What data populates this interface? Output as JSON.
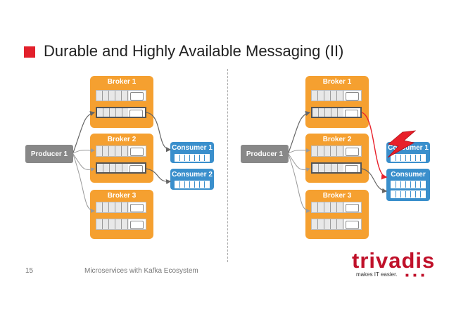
{
  "slide": {
    "title": "Durable and Highly Available Messaging (II)",
    "page_number": "15",
    "footer": "Microservices with Kafka Ecosystem"
  },
  "left": {
    "brokers": [
      "Broker 1",
      "Broker 2",
      "Broker 3"
    ],
    "producer": "Producer 1",
    "consumers": [
      "Consumer 1",
      "Consumer 2"
    ]
  },
  "right": {
    "brokers": [
      "Broker 1",
      "Broker 2",
      "Broker 3"
    ],
    "producer": "Producer 1",
    "consumers": [
      "Consumer 1",
      "Consumer"
    ]
  },
  "logo": {
    "name": "trivadis",
    "tagline": "makes IT easier.",
    "dots": "■ ■ ■"
  },
  "colors": {
    "broker": "#f5a030",
    "consumer": "#3a8fcc",
    "producer": "#888888",
    "accent": "#e2202b",
    "failure": "#e8202a"
  }
}
